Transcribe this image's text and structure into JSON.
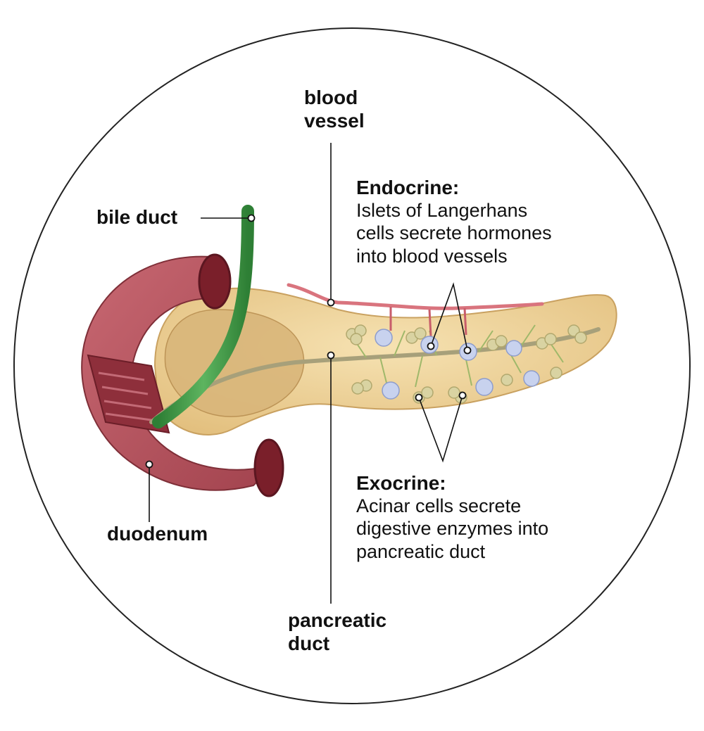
{
  "labels": {
    "blood_vessel": [
      "blood",
      "vessel"
    ],
    "bile_duct": "bile duct",
    "duodenum": "duodenum",
    "pancreatic_duct": [
      "pancreatic",
      "duct"
    ],
    "endocrine": {
      "heading": "Endocrine:",
      "lines": [
        "Islets of Langerhans",
        "cells secrete hormones",
        "into blood vessels"
      ]
    },
    "exocrine": {
      "heading": "Exocrine:",
      "lines": [
        "Acinar cells secrete",
        "digestive enzymes into",
        "pancreatic duct"
      ]
    }
  },
  "colors": {
    "pancreas": "#EDCF95",
    "duodenum": "#B6535E",
    "bile_duct": "#3E9A43",
    "blood_vessel": "#D9747E",
    "islet": "#C8D2EE",
    "acinar": "#D9D3A2",
    "duct": "#A7A07A"
  }
}
